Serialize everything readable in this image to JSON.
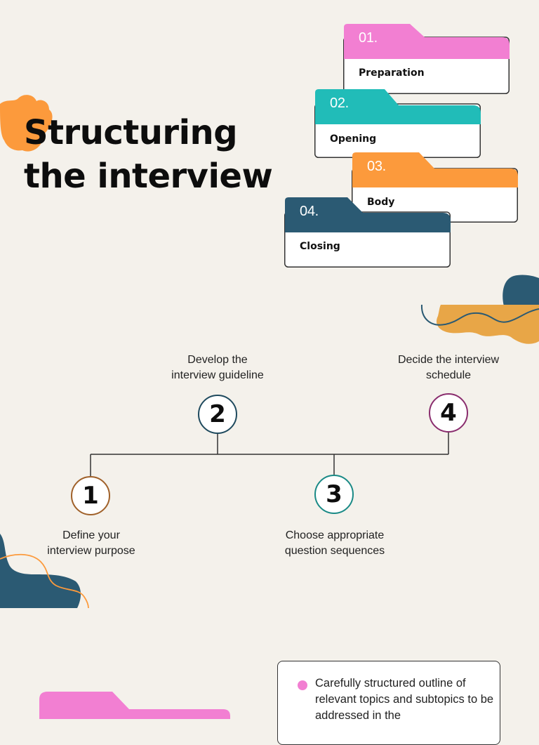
{
  "title": {
    "line1": "Structuring",
    "line2": "the interview"
  },
  "colors": {
    "background": "#f4f1eb",
    "pink": "#f27fd2",
    "teal": "#21bcb8",
    "orange": "#fc9a3c",
    "navy": "#2b5a73",
    "mustard": "#e8a647"
  },
  "folders": [
    {
      "number": "01.",
      "label": "Preparation",
      "color": "pink"
    },
    {
      "number": "02.",
      "label": "Opening",
      "color": "teal"
    },
    {
      "number": "03.",
      "label": "Body",
      "color": "orange"
    },
    {
      "number": "04.",
      "label": "Closing",
      "color": "navy"
    }
  ],
  "steps": [
    {
      "number": "1",
      "line1": "Define your",
      "line2": "interview purpose",
      "ring": "#a0612a"
    },
    {
      "number": "2",
      "line1": "Develop the",
      "line2": "interview guideline",
      "ring": "#1f4a5e"
    },
    {
      "number": "3",
      "line1": "Choose appropriate",
      "line2": "question sequences",
      "ring": "#1a8a86"
    },
    {
      "number": "4",
      "line1": "Decide the interview",
      "line2": "schedule",
      "ring": "#8a2d6e"
    }
  ],
  "detail_card": {
    "text": "Carefully structured outline of relevant topics and subtopics to be addressed in the"
  }
}
